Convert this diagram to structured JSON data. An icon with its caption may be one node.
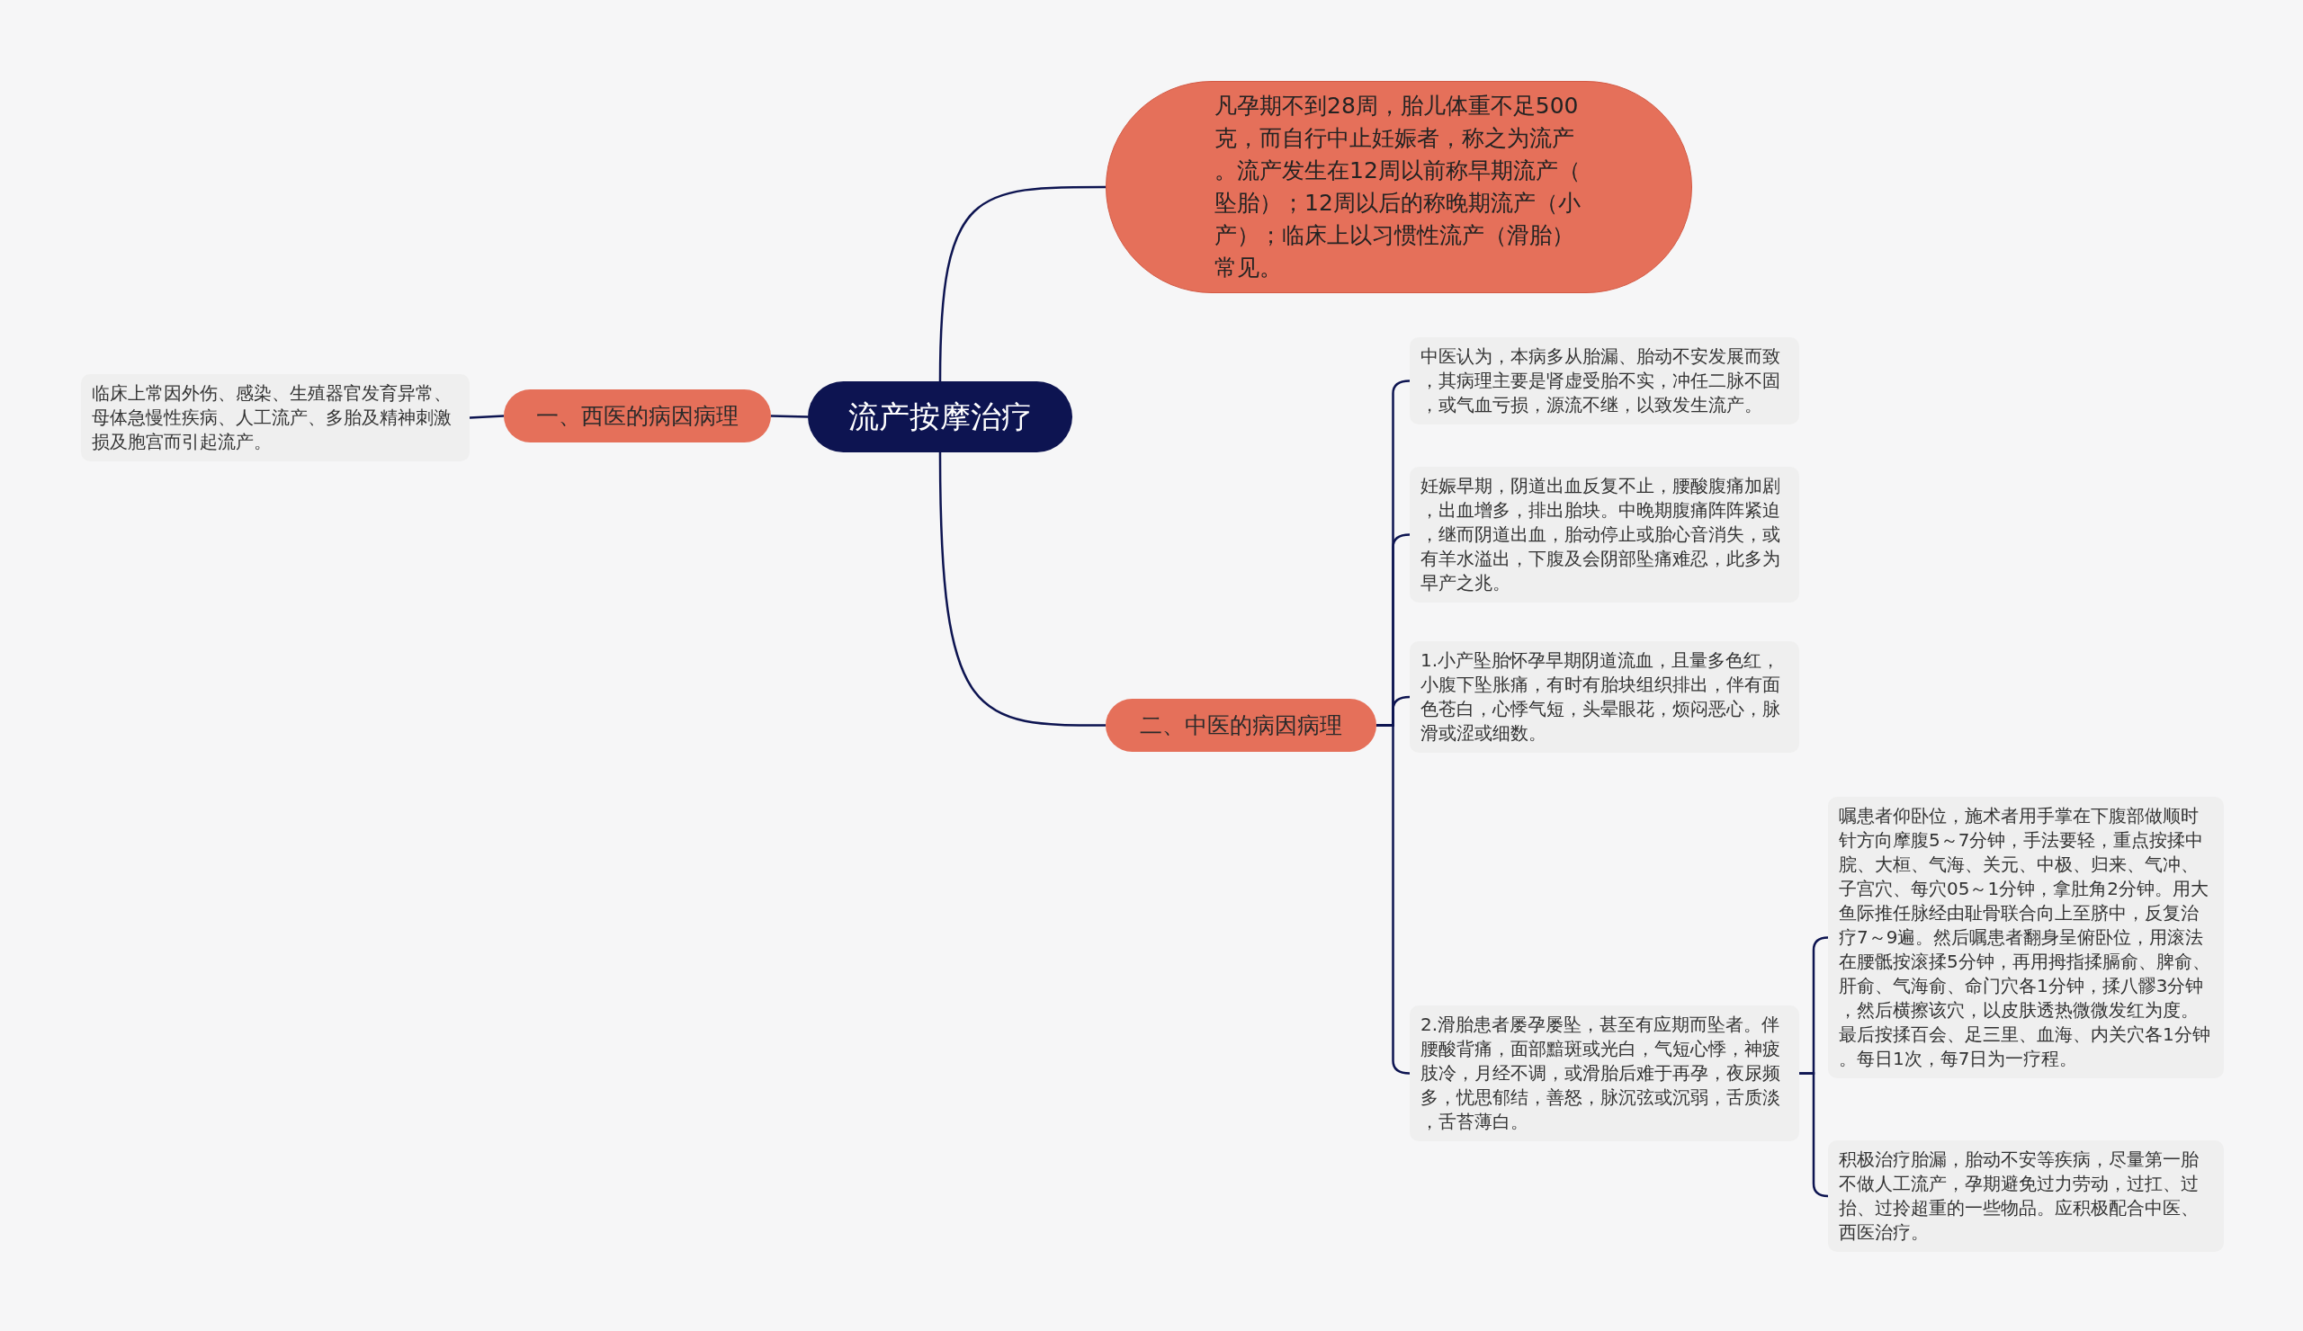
{
  "diagram": {
    "nodes": [
      {
        "text": [
          "流产按摩治疗"
        ]
      },
      {
        "text": [
          "凡孕期不到28周，胎儿体重不足500克，而自行中止妊娠者，称之为流产。流产发生在12周以前称早期流产（坠胎）；12周以后的称晚期流产（小产）；临床上以习惯性流产（滑胎）常见。"
        ]
      },
      {
        "text": [
          "一、西医的病因病理"
        ]
      },
      {
        "text": [
          "临床上常因外伤、感染、生殖器官发育异常、母体急慢性疾病、人工流产、多胎及精神刺激损及胞宫而引起流产。"
        ]
      },
      {
        "text": [
          "二、中医的病因病理"
        ]
      },
      {
        "text": [
          "中医认为，本病多从胎漏、胎动不安发展而致，其病理主要是肾虚受胎不实，冲任二脉不固，或气血亏损，源流不继，以致发生流产。"
        ]
      },
      {
        "text": [
          "妊娠早期，阴道出血反复不止，腰酸腹痛加剧，出血增多，排出胎块。中晚期腹痛阵阵紧迫，继而阴道出血，胎动停止或胎心音消失，或有羊水溢出，下腹及会阴部坠痛难忍，此多为早产之兆。"
        ]
      },
      {
        "text": [
          "1.小产坠胎怀孕早期阴道流血，且量多色红，小腹下坠胀痛，有时有胎块组织排出，伴有面色苍白，心悸气短，头晕眼花，烦闷恶心，脉滑或涩或细数。"
        ]
      },
      {
        "text": [
          "2.滑胎患者屡孕屡坠，甚至有应期而坠者。伴腰酸背痛，面部黯斑或光白，气短心悸，神疲肢冷，月经不调，或滑胎后难于再孕，夜尿频多，忧思郁结，善怒，脉沉弦或沉弱，舌质淡，舌苔薄白。"
        ]
      },
      {
        "text": [
          "嘱患者仰卧位，施术者用手掌在下腹部做顺时针方向摩腹5～7分钟，手法要轻，重点按揉中脘、大桓、气海、关元、中极、归来、气冲、子宫穴、每穴05～1分钟，拿肚角2分钟。用大鱼际推任脉经由耻骨联合向上至脐中，反复治疗7～9遍。然后嘱患者翻身呈俯卧位，用滚法在腰骶按滚揉5分钟，再用拇指揉膈俞、脾俞、肝俞、气海俞、命门穴各1分钟，揉八髎3分钟，然后横擦该穴，以皮肤透热微微发红为度。最后按揉百会、足三里、血海、内关穴各1分钟。每日1次，每7日为一疗程。"
        ]
      },
      {
        "text": [
          "积极治疗胎漏，胎动不安等疾病，尽量第一胎不做人工流产，孕期避免过力劳动，过扛、过抬、过拎超重的一些物品。应积极配合中医、西医治疗。"
        ]
      }
    ],
    "edges": [
      {
        "from": 0,
        "to": 1,
        "arrow": "none"
      },
      {
        "from": 0,
        "to": 2,
        "arrow": "none"
      },
      {
        "from": 2,
        "to": 3,
        "arrow": "none"
      },
      {
        "from": 0,
        "to": 4,
        "arrow": "none"
      },
      {
        "from": 4,
        "to": 5,
        "arrow": "none"
      },
      {
        "from": 4,
        "to": 6,
        "arrow": "none"
      },
      {
        "from": 4,
        "to": 7,
        "arrow": "none"
      },
      {
        "from": 4,
        "to": 8,
        "arrow": "none"
      },
      {
        "from": 8,
        "to": 9,
        "arrow": "none"
      },
      {
        "from": 8,
        "to": 10,
        "arrow": "none"
      }
    ]
  }
}
